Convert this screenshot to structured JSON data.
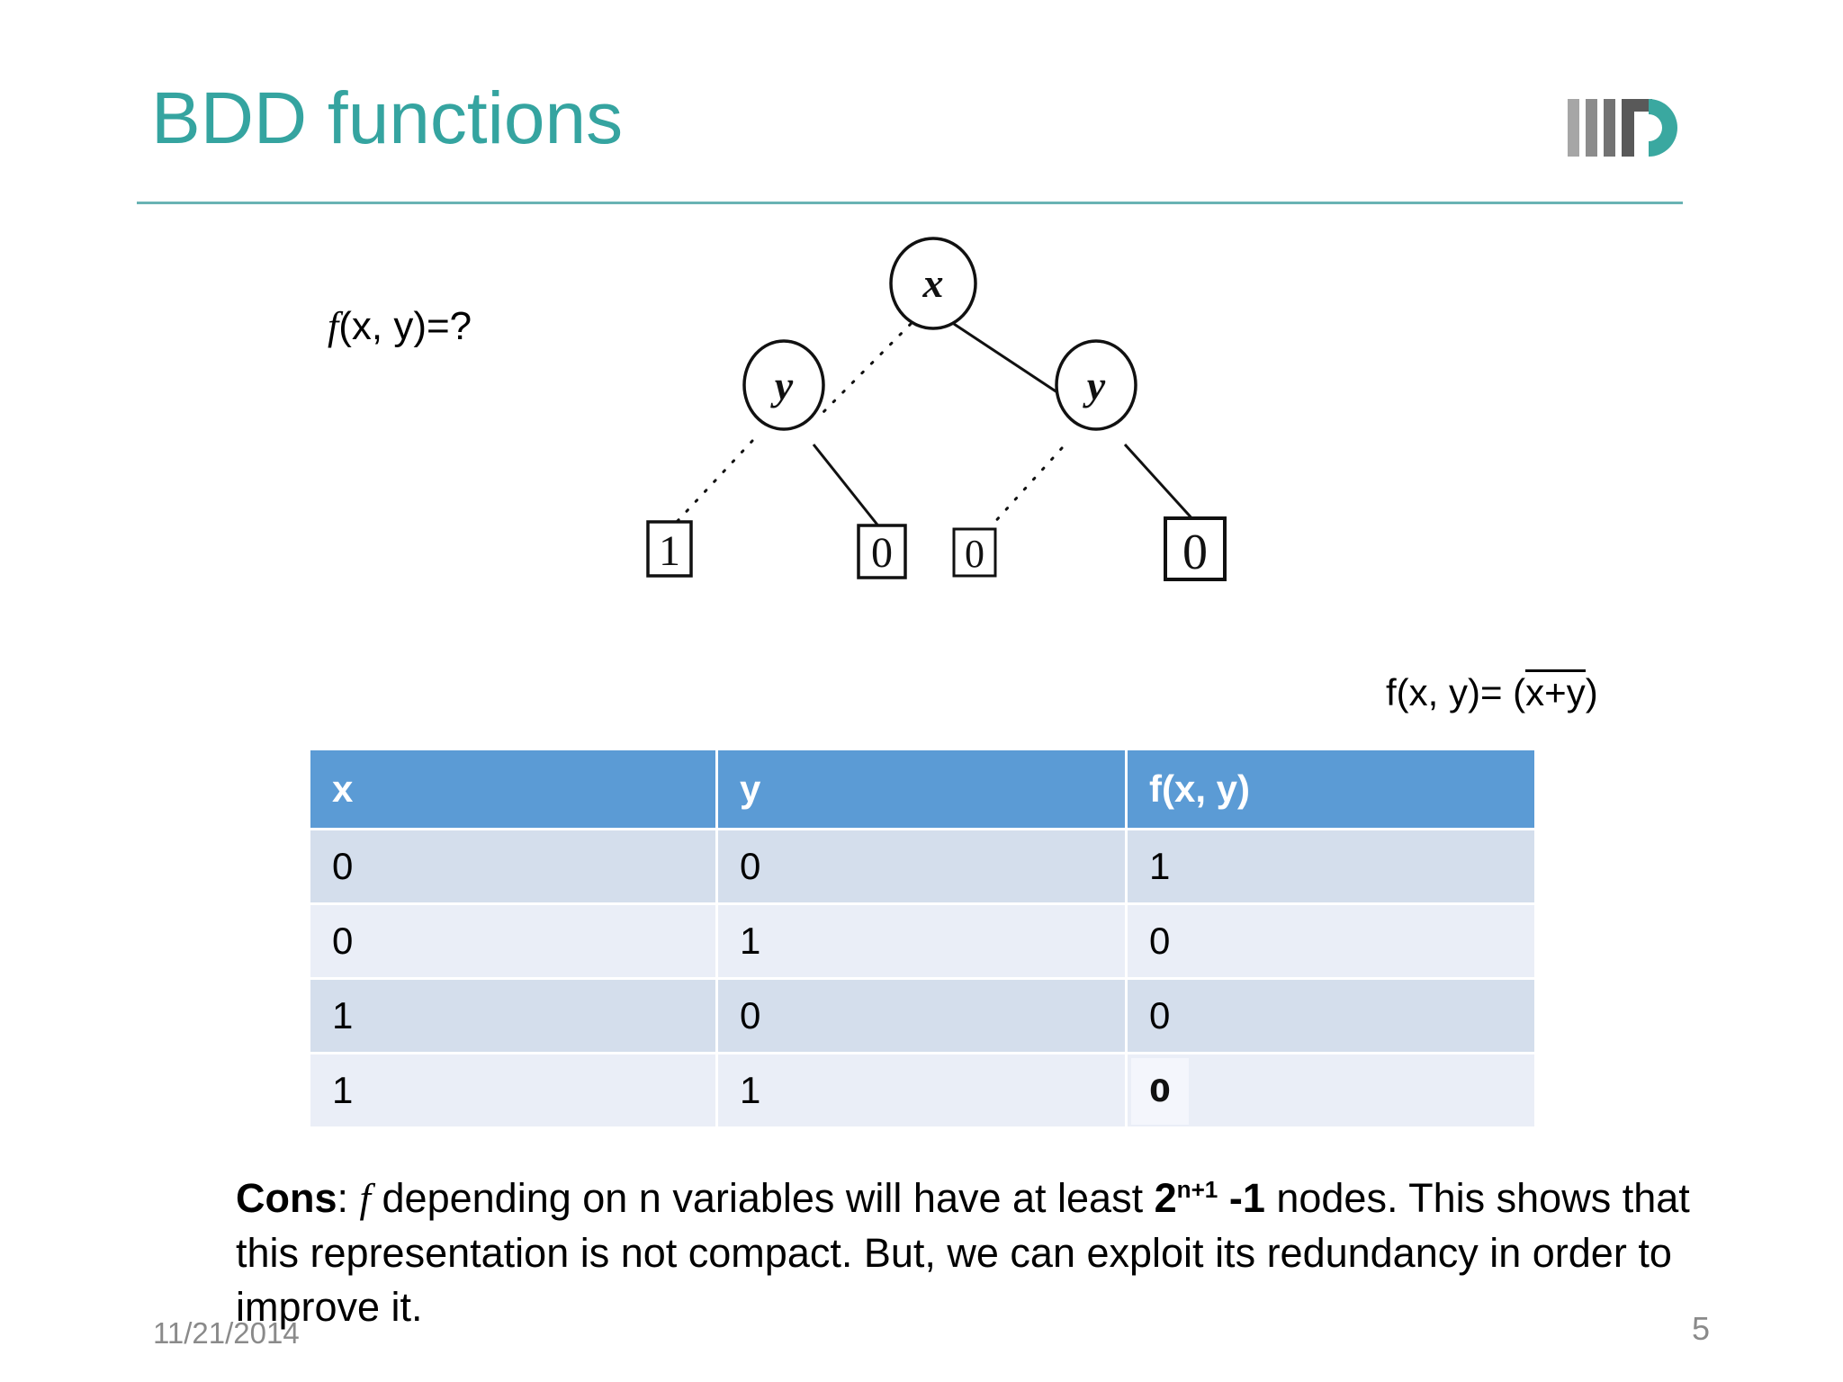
{
  "slide": {
    "title": "BDD functions",
    "accent_color": "#35A4A0",
    "rule_color": "#69b3b4",
    "background": "#ffffff"
  },
  "logo": {
    "name": "IIIT-Delhi logo",
    "bar_colors": [
      "#a6a6a6",
      "#8c8c8c",
      "#737373",
      "#595959"
    ],
    "arc_color": "#3aa8a0"
  },
  "question": {
    "italic_f": "f",
    "rest": "(x, y)=?"
  },
  "answer": {
    "prefix": "f(x, y)= (",
    "overlined": "x+y",
    "suffix": ")"
  },
  "diagram": {
    "type": "binary-decision-diagram",
    "root_label": "x",
    "level2_labels": [
      "y",
      "y"
    ],
    "terminals": [
      "1",
      "0",
      "0",
      "0"
    ],
    "edge_styles": {
      "low": "dotted",
      "high": "solid"
    },
    "edges": [
      {
        "from": "x",
        "to": "y-left",
        "style": "dotted",
        "value": "0"
      },
      {
        "from": "x",
        "to": "y-right",
        "style": "solid",
        "value": "1"
      },
      {
        "from": "y-left",
        "to": "terminal-1",
        "style": "dotted",
        "value": "0"
      },
      {
        "from": "y-left",
        "to": "terminal-2",
        "style": "solid",
        "value": "1"
      },
      {
        "from": "y-right",
        "to": "terminal-3",
        "style": "dotted",
        "value": "0"
      },
      {
        "from": "y-right",
        "to": "terminal-4",
        "style": "solid",
        "value": "1"
      }
    ]
  },
  "chart_data": {
    "type": "table",
    "title": "Truth table for f(x, y)",
    "columns": [
      "x",
      "y",
      "f(x, y)"
    ],
    "rows": [
      [
        "0",
        "0",
        "1"
      ],
      [
        "0",
        "1",
        "0"
      ],
      [
        "1",
        "0",
        "0"
      ],
      [
        "1",
        "1",
        "0"
      ]
    ],
    "header_color": "#5B9BD5",
    "row_colors": [
      "#D4DEEC",
      "#EAEEF7"
    ],
    "note": "last f(x, y) cell is covered by a small overlaid text box containing 0"
  },
  "table": {
    "headers": [
      "x",
      "y",
      "f(x, y)"
    ],
    "rows": [
      {
        "x": "0",
        "y": "0",
        "f": "1"
      },
      {
        "x": "0",
        "y": "1",
        "f": "0"
      },
      {
        "x": "1",
        "y": "0",
        "f": "0"
      },
      {
        "x": "1",
        "y": "1",
        "f": "0"
      }
    ],
    "overlay_value": "0"
  },
  "body": {
    "lead": "Cons",
    "colon": ": ",
    "italic_f": "f",
    "part1": " depending on n variables will have at least  ",
    "bold_base": "2",
    "bold_exp": "n+1",
    "bold_tail": " -1",
    "part2": " nodes. This shows that this representation is not compact. But, we can exploit its redundancy in order to improve it."
  },
  "footer": {
    "date": "11/21/2014",
    "page_number": "5"
  }
}
